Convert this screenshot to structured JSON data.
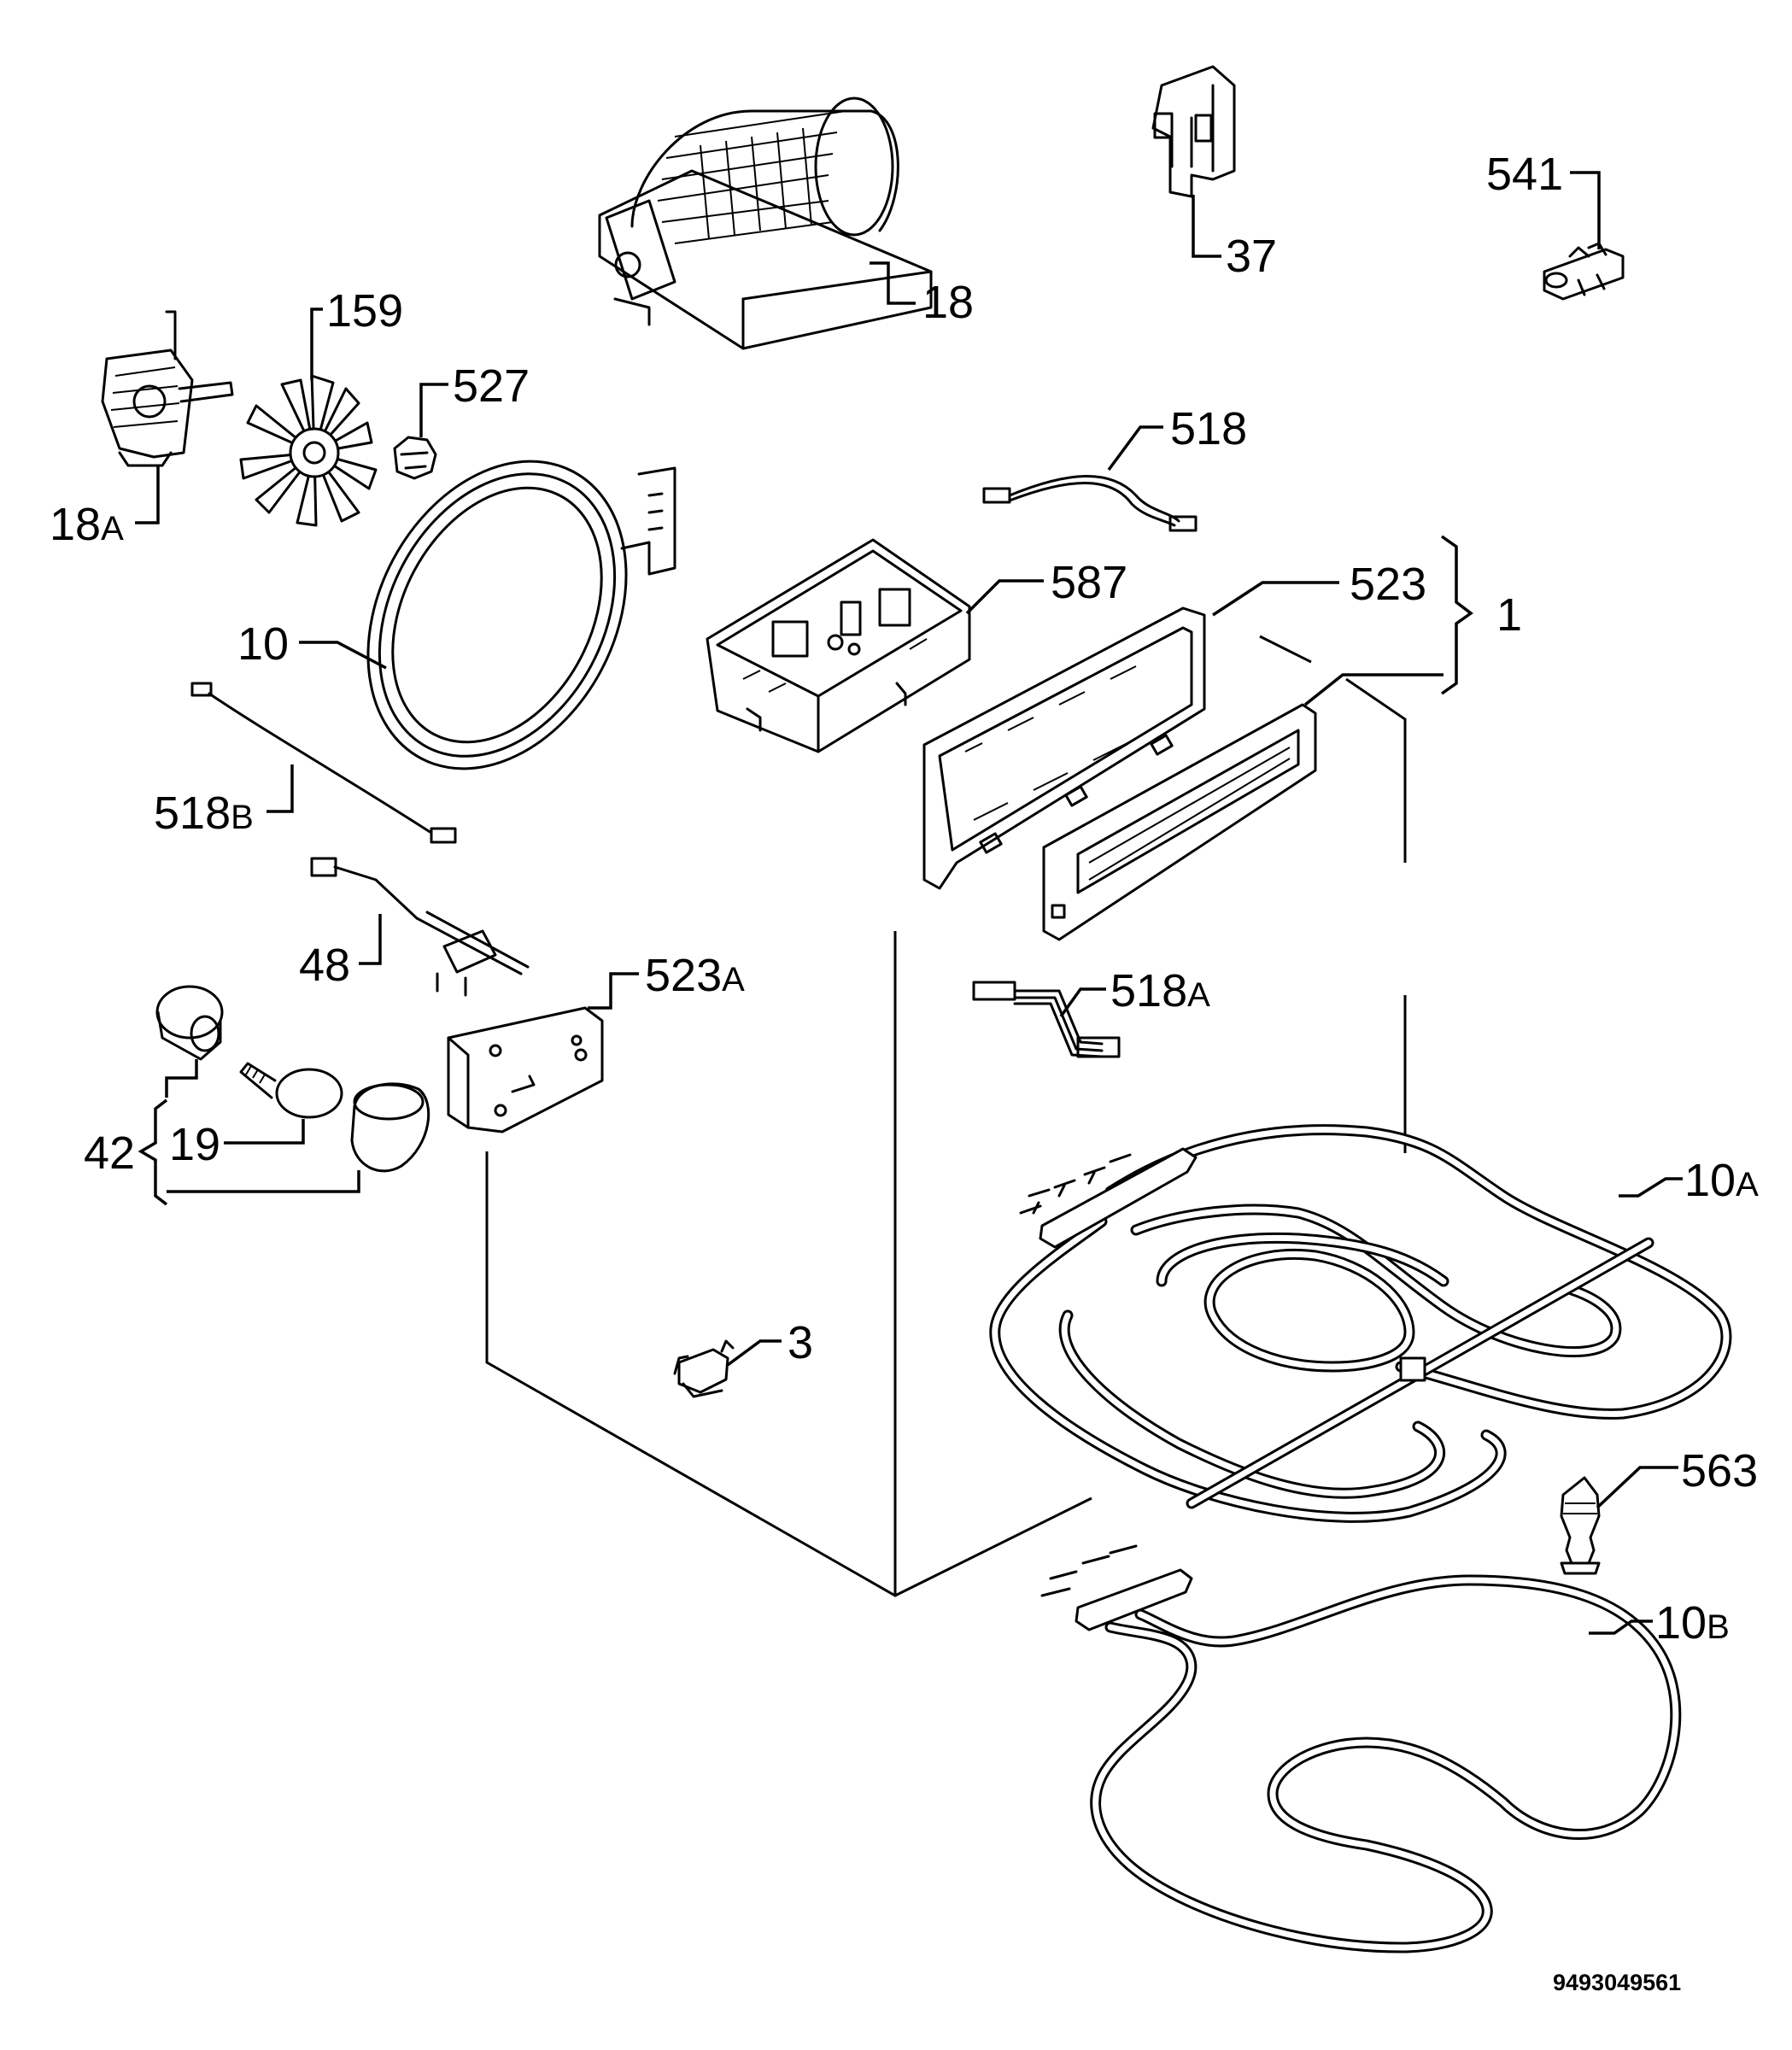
{
  "diagram": {
    "document_number": "9493049561",
    "parts": [
      {
        "id": "p18",
        "num": "18",
        "suffix": ""
      },
      {
        "id": "p37",
        "num": "37",
        "suffix": ""
      },
      {
        "id": "p541",
        "num": "541",
        "suffix": ""
      },
      {
        "id": "p159",
        "num": "159",
        "suffix": ""
      },
      {
        "id": "p527",
        "num": "527",
        "suffix": ""
      },
      {
        "id": "p18a",
        "num": "18",
        "suffix": "A"
      },
      {
        "id": "p518",
        "num": "518",
        "suffix": ""
      },
      {
        "id": "p587",
        "num": "587",
        "suffix": ""
      },
      {
        "id": "p523",
        "num": "523",
        "suffix": ""
      },
      {
        "id": "p1",
        "num": "1",
        "suffix": ""
      },
      {
        "id": "p10",
        "num": "10",
        "suffix": ""
      },
      {
        "id": "p518b",
        "num": "518",
        "suffix": "B"
      },
      {
        "id": "p48",
        "num": "48",
        "suffix": ""
      },
      {
        "id": "p523a",
        "num": "523",
        "suffix": "A"
      },
      {
        "id": "p518a",
        "num": "518",
        "suffix": "A"
      },
      {
        "id": "p42",
        "num": "42",
        "suffix": ""
      },
      {
        "id": "p19",
        "num": "19",
        "suffix": ""
      },
      {
        "id": "p10a",
        "num": "10",
        "suffix": "A"
      },
      {
        "id": "p3",
        "num": "3",
        "suffix": ""
      },
      {
        "id": "p563",
        "num": "563",
        "suffix": ""
      },
      {
        "id": "p10b",
        "num": "10",
        "suffix": "B"
      }
    ]
  }
}
